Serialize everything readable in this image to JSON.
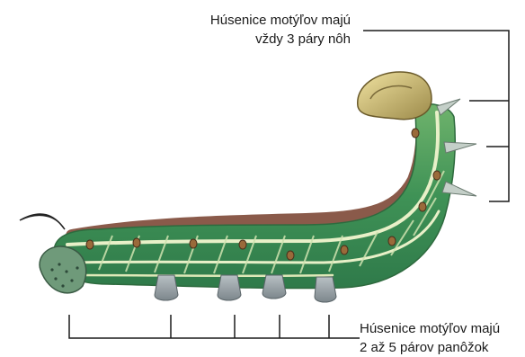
{
  "annotations": {
    "true_legs": {
      "line1": "Húsenice motýľov majú",
      "line2": "vždy 3 páry nôh"
    },
    "prolegs": {
      "line1": "Húsenice motýľov majú",
      "line2": "2 až 5 párov panôžok"
    }
  },
  "colors": {
    "body_green": "#4a9a5a",
    "stripe_light": "#e8f0c8",
    "back_brown": "#8a5a4a",
    "leader_line": "#1a1a1a"
  }
}
